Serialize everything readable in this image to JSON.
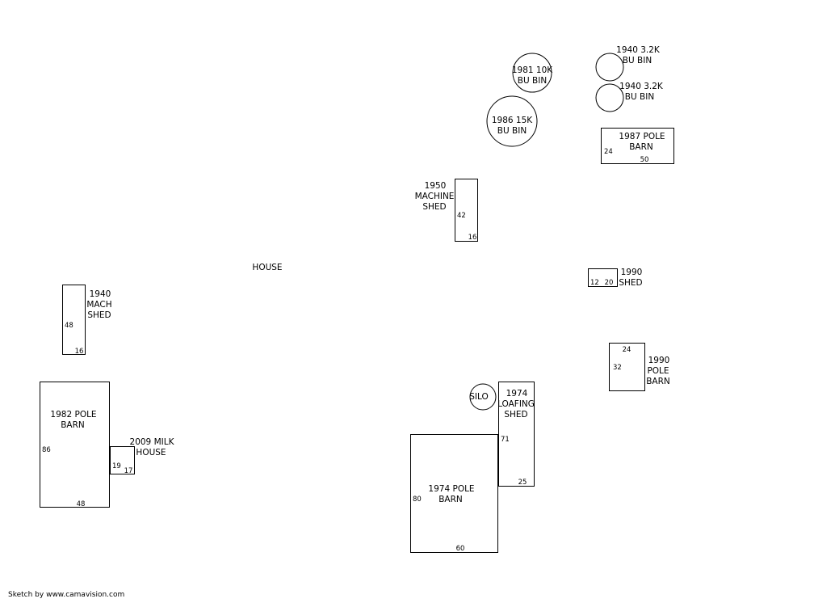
{
  "sketch": {
    "credit": "Sketch by www.camavision.com",
    "labels": {
      "house": "HOUSE"
    },
    "buildings": [
      {
        "id": "bin-1981",
        "shape": "circle",
        "label": [
          "1981 10K",
          "BU BIN"
        ],
        "dims": []
      },
      {
        "id": "bin-1986",
        "shape": "circle",
        "label": [
          "1986 15K",
          "BU BIN"
        ],
        "dims": []
      },
      {
        "id": "bin-1940-a",
        "shape": "circle",
        "label": [
          "1940 3.2K",
          "BU BIN"
        ],
        "dims": []
      },
      {
        "id": "bin-1940-b",
        "shape": "circle",
        "label": [
          "1940 3.2K",
          "BU BIN"
        ],
        "dims": []
      },
      {
        "id": "pole-barn-1987",
        "shape": "rect",
        "label": [
          "1987 POLE",
          "BARN"
        ],
        "dims": [
          "24",
          "50"
        ]
      },
      {
        "id": "machine-shed-1950",
        "shape": "rect",
        "label": [
          "1950",
          "MACHINE",
          "SHED"
        ],
        "dims": [
          "42",
          "16"
        ]
      },
      {
        "id": "shed-1990",
        "shape": "rect",
        "label": [
          "1990",
          "SHED"
        ],
        "dims": [
          "12",
          "20"
        ]
      },
      {
        "id": "pole-barn-1990",
        "shape": "rect",
        "label": [
          "1990",
          "POLE",
          "BARN"
        ],
        "dims": [
          "24",
          "32"
        ]
      },
      {
        "id": "mach-shed-1940",
        "shape": "rect",
        "label": [
          "1940",
          "MACH",
          "SHED"
        ],
        "dims": [
          "48",
          "16"
        ]
      },
      {
        "id": "pole-barn-1982",
        "shape": "rect",
        "label": [
          "1982 POLE",
          "BARN"
        ],
        "dims": [
          "86",
          "48"
        ]
      },
      {
        "id": "milk-house-2009",
        "shape": "rect",
        "label": [
          "2009 MILK",
          "HOUSE"
        ],
        "dims": [
          "19",
          "17"
        ]
      },
      {
        "id": "silo",
        "shape": "circle",
        "label": [
          "SILO"
        ],
        "dims": []
      },
      {
        "id": "loafing-shed-1974",
        "shape": "rect",
        "label": [
          "1974",
          "LOAFING",
          "SHED"
        ],
        "dims": [
          "71",
          "25"
        ]
      },
      {
        "id": "pole-barn-1974",
        "shape": "rect",
        "label": [
          "1974 POLE",
          "BARN"
        ],
        "dims": [
          "80",
          "60"
        ]
      }
    ]
  }
}
